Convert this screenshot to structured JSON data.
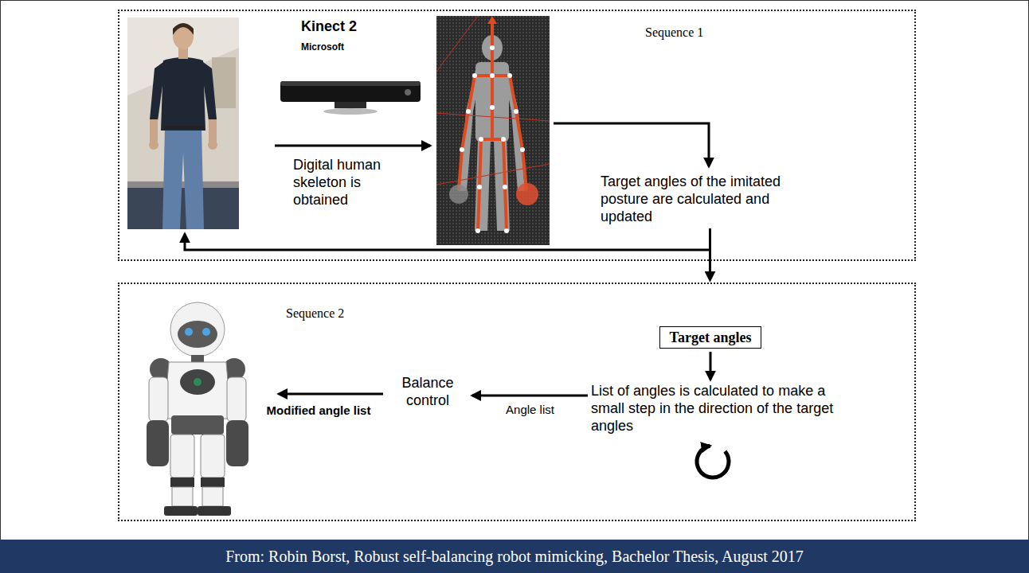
{
  "diagram": {
    "caption": "From: Robin Borst, Robust self-balancing robot mimicking, Bachelor Thesis, August 2017",
    "nodes": [
      {
        "text": [
          "Sequence 1"
        ]
      },
      {
        "text": [
          "Target angles of the imitated posture are calculated and updated"
        ],
        "in": 0
      },
      {
        "text": [
          "Sequence 2"
        ]
      },
      {
        "text": [
          "Target angles"
        ],
        "in": 2
      },
      {
        "text": [
          "List of angles is calculated to make a small step in the direction of the target angles"
        ],
        "in": 2
      },
      {
        "text": [
          "Balance control"
        ],
        "in": 2
      }
    ],
    "edges": [
      {
        "from": 1,
        "to": 2,
        "arrow": "to"
      },
      {
        "from": 3,
        "to": 4,
        "arrow": "to"
      },
      {
        "from": 4,
        "to": 5,
        "label": "Angle list",
        "arrow": "to"
      }
    ],
    "labels": [
      "Kinect 2",
      "Microsoft",
      "Digital human skeleton is obtained",
      "Modified angle list"
    ]
  }
}
